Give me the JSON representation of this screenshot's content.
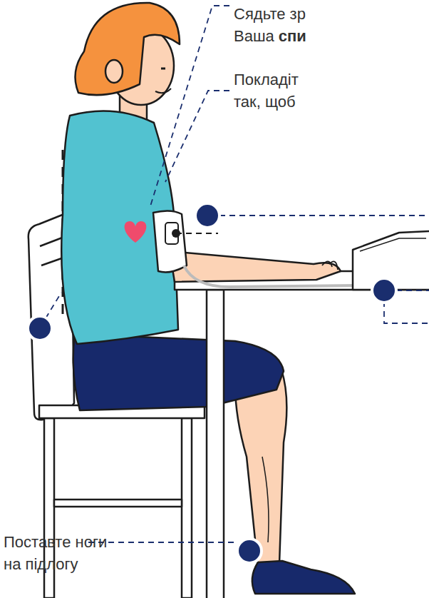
{
  "diagram": {
    "labels": [
      "Сядьте зр Ваша",
      "спи",
      "Покладіт так, щоб",
      "Поставте ноги на підлогу"
    ]
  }
}
